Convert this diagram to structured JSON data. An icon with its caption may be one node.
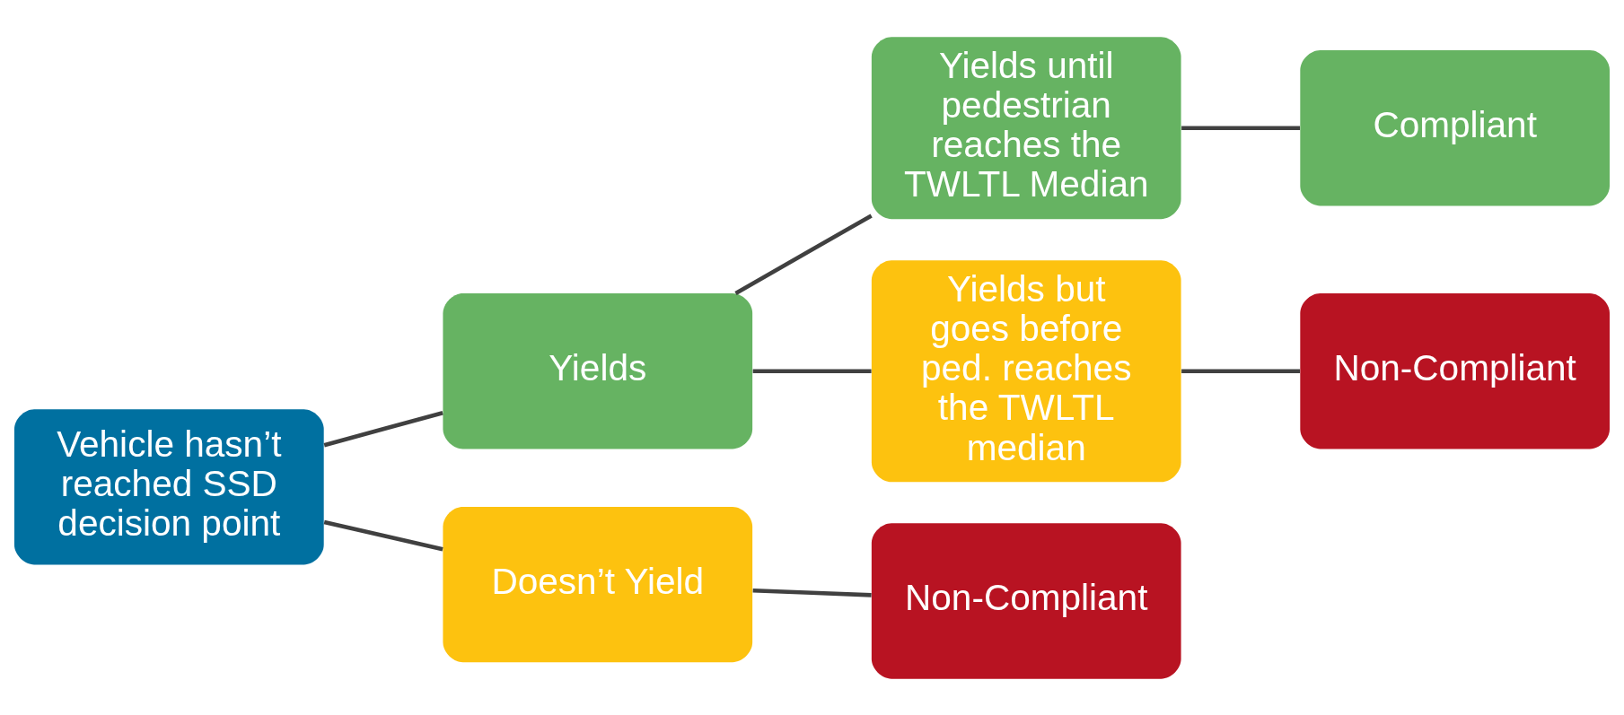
{
  "diagram": {
    "nodes": [
      {
        "text": [
          "Vehicle hasn’t reached SSD decision point"
        ]
      },
      {
        "text": [
          "Yields"
        ]
      },
      {
        "text": [
          "Doesn’t Yield"
        ]
      },
      {
        "text": [
          "Yields until pedestrian reaches the TWLTL Median"
        ]
      },
      {
        "text": [
          "Yields but goes before ped. reaches the TWLTL median"
        ]
      },
      {
        "text": [
          "Non-Compliant"
        ]
      },
      {
        "text": [
          "Compliant"
        ]
      },
      {
        "text": [
          "Non-Compliant"
        ]
      }
    ],
    "edges": [
      {
        "from": 0,
        "to": 1,
        "arrow": "none"
      },
      {
        "from": 0,
        "to": 2,
        "arrow": "none"
      },
      {
        "from": 1,
        "to": 3,
        "arrow": "none"
      },
      {
        "from": 1,
        "to": 4,
        "arrow": "none"
      },
      {
        "from": 2,
        "to": 5,
        "arrow": "none"
      },
      {
        "from": 3,
        "to": 6,
        "arrow": "none"
      },
      {
        "from": 4,
        "to": 7,
        "arrow": "none"
      }
    ]
  }
}
